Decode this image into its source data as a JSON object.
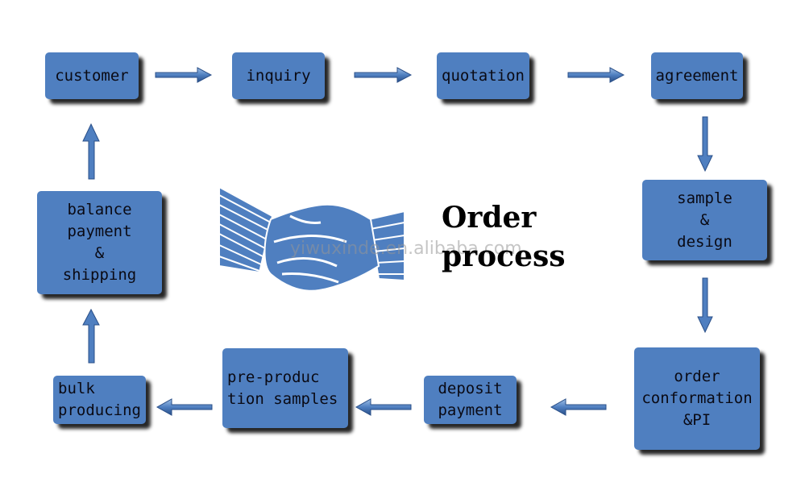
{
  "title": {
    "line1": "Order",
    "line2": "process"
  },
  "watermark": "yiwuxinde.en.alibaba.com",
  "colors": {
    "box": "#4f7fc0",
    "arrow": "#4f7fc0",
    "text": "#0a0a14"
  },
  "steps": {
    "customer": {
      "lines": [
        "customer"
      ]
    },
    "inquiry": {
      "lines": [
        "inquiry"
      ]
    },
    "quotation": {
      "lines": [
        "quotation"
      ]
    },
    "agreement": {
      "lines": [
        "agreement"
      ]
    },
    "sample_design": {
      "lines": [
        "sample",
        "&",
        "design"
      ]
    },
    "order_conformation": {
      "lines": [
        "order",
        "conformation",
        "&PI"
      ]
    },
    "deposit_payment": {
      "lines": [
        "deposit",
        "payment"
      ]
    },
    "pre_production": {
      "lines": [
        "pre-produc",
        "tion samples"
      ]
    },
    "bulk_producing": {
      "lines": [
        "bulk",
        "producing"
      ]
    },
    "balance_payment": {
      "lines": [
        "balance",
        "payment",
        "&",
        "shipping"
      ]
    }
  },
  "icons": {
    "center": "handshake-icon"
  }
}
